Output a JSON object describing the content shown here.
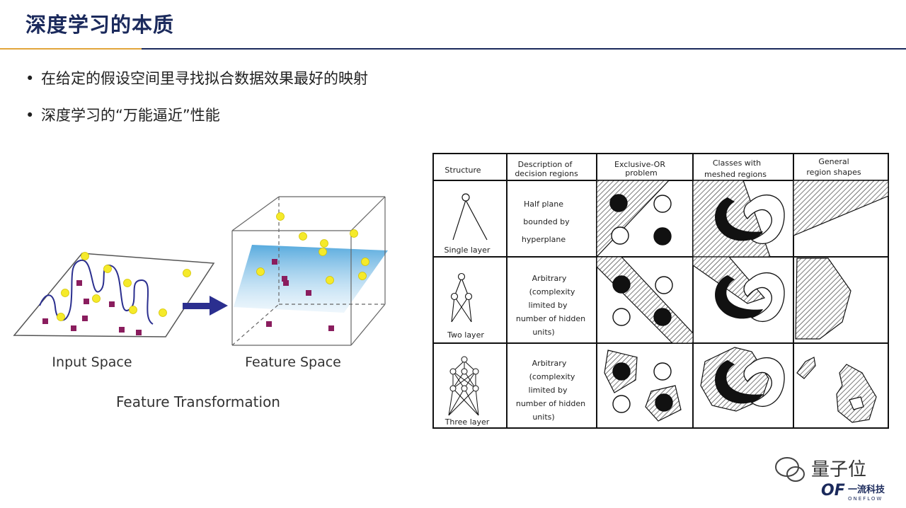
{
  "title": "深度学习的本质",
  "bullets": [
    "在给定的假设空间里寻找拟合数据效果最好的映射",
    "深度学习的“万能逼近”性能"
  ],
  "diagram": {
    "input_label": "Input Space",
    "feature_label": "Feature Space",
    "caption": "Feature Transformation",
    "colors": {
      "navy": "#1b2a5c",
      "curve": "#2b2f8f",
      "dot_yellow": "#f5ea2a",
      "square_purple": "#8a1d5e",
      "plane_blue": "#4fa6dc"
    }
  },
  "table": {
    "headers": [
      [
        "Structure"
      ],
      [
        "Description of",
        "decision regions"
      ],
      [
        "Exclusive-OR",
        "problem"
      ],
      [
        "Classes with",
        "meshed regions"
      ],
      [
        "General",
        "region shapes"
      ]
    ],
    "rows": [
      {
        "name": "Single layer",
        "desc": [
          "Half plane",
          "bounded by",
          "hyperplane"
        ]
      },
      {
        "name": "Two layer",
        "desc": [
          "Arbitrary",
          "(complexity",
          "limited by",
          "number of hidden",
          "units)"
        ]
      },
      {
        "name": "Three layer",
        "desc": [
          "Arbitrary",
          "(complexity",
          "limited by",
          "number of hidden",
          "units)"
        ]
      }
    ]
  },
  "credits": {
    "wechat_name": "量子位",
    "brand_short": "OF",
    "brand_cn": "一流科技",
    "brand_en": "ONEFLOW",
    "wechat_icon": "wechat-icon",
    "brand_colors": {
      "navy": "#1b2a5c",
      "orange": "#e8892a"
    }
  }
}
